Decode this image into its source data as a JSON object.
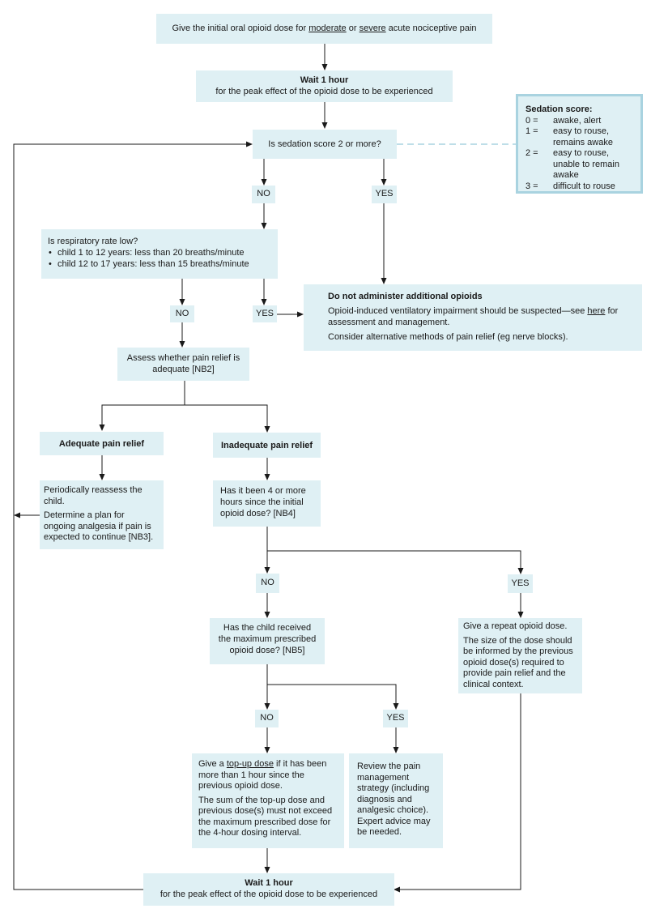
{
  "start": {
    "pre": "Give the initial oral opioid dose for ",
    "w1": "moderate",
    "mid": " or ",
    "w2": "severe",
    "post": " acute nociceptive pain"
  },
  "wait_top": {
    "title": "Wait 1 hour",
    "text": "for the peak effect of the opioid dose to be experienced"
  },
  "sedation_q": "Is sedation score 2 or more?",
  "sedation_score": {
    "title": "Sedation score:",
    "items": [
      {
        "num": "0 =",
        "desc": "awake, alert"
      },
      {
        "num": "1 =",
        "desc": "easy to rouse, remains awake"
      },
      {
        "num": "2 =",
        "desc": "easy to rouse, unable to remain awake"
      },
      {
        "num": "3 =",
        "desc": "difficult to rouse"
      }
    ]
  },
  "labels": {
    "no": "NO",
    "yes": "YES"
  },
  "resp": {
    "question": "Is respiratory rate low?",
    "b1": "child 1 to 12 years: less than 20 breaths/minute",
    "b2": "child 12 to 17 years: less than 15 breaths/minute"
  },
  "stop": {
    "title": "Do not administer additional opioids",
    "p1_pre": "Opioid-induced ventilatory impairment should be suspected—see ",
    "p1_link": "here",
    "p1_post": " for assessment and management.",
    "p2": "Consider alternative methods of pain relief (eg nerve blocks)."
  },
  "assess": "Assess whether pain relief is adequate [NB2]",
  "adequate": "Adequate pain relief",
  "inadequate": "Inadequate pain relief",
  "reassess": {
    "p1": "Periodically reassess the child.",
    "p2": "Determine a plan for ongoing analgesia if pain is expected to continue [NB3]."
  },
  "four_hours": "Has it been 4 or more hours since the initial opioid dose? [NB4]",
  "max_dose": "Has the child received the maximum prescribed opioid dose? [NB5]",
  "repeat": {
    "p1": "Give a repeat opioid dose.",
    "p2": "The size of the dose should be informed by the previous opioid dose(s) required to provide pain relief and the clinical context."
  },
  "topup": {
    "pre": "Give a ",
    "link": "top-up dose",
    "post": " if it has been more than 1 hour since the previous opioid dose.",
    "p2": "The sum of the top-up dose and previous dose(s) must not exceed the maximum prescribed dose for the 4-hour dosing interval."
  },
  "review": "Review the pain management strategy (including diagnosis and analgesic choice). Expert advice may be needed.",
  "wait_bottom": {
    "title": "Wait 1 hour",
    "text": "for the peak effect of the opioid dose to be experienced"
  },
  "colors": {
    "box_fill": "#dff0f4",
    "score_border": "#a9d3e0",
    "line": "#1a1a1a",
    "dashed": "#a9d3e0"
  }
}
